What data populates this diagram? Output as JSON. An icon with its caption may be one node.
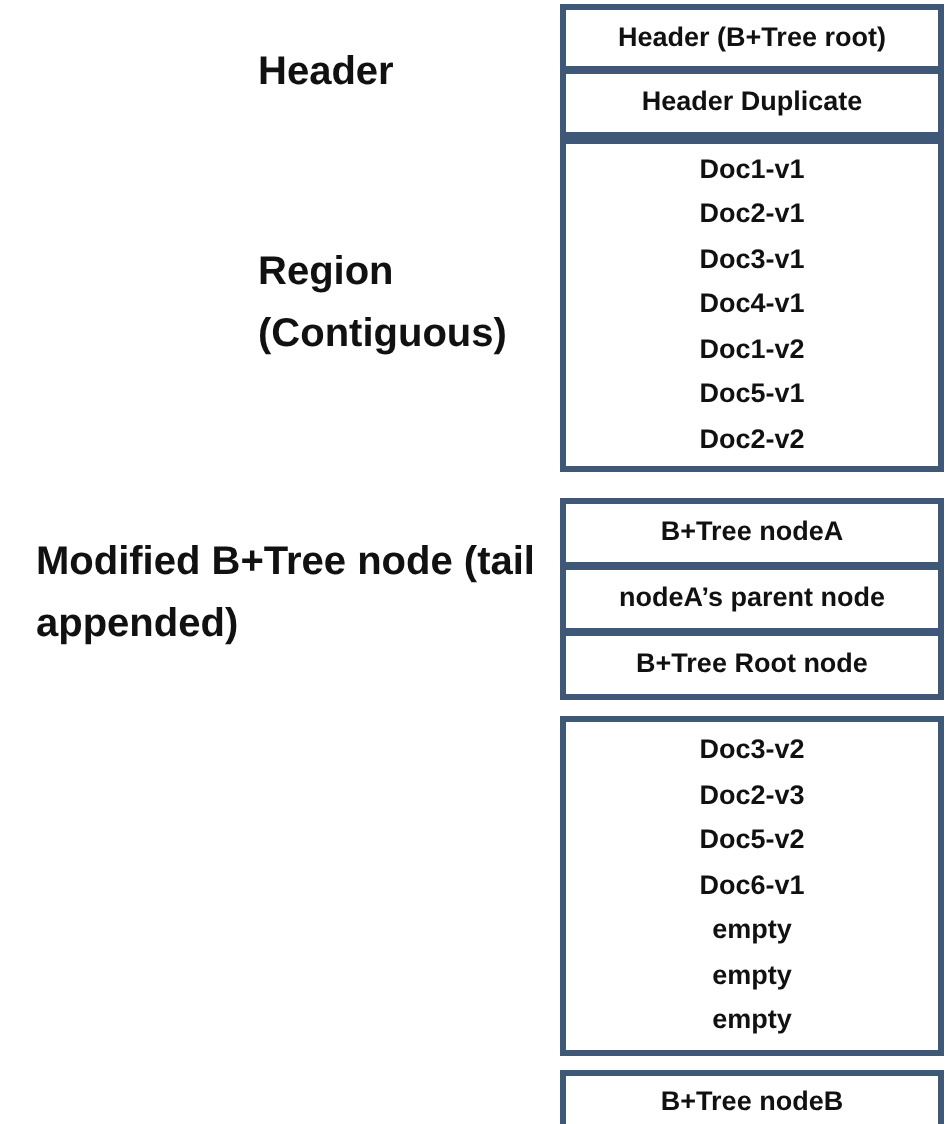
{
  "diagram": {
    "nodes": [
      {
        "text": [
          "Header (B+Tree root)"
        ]
      },
      {
        "text": [
          "Header Duplicate"
        ]
      },
      {
        "text": [
          "Doc1-v1",
          "Doc2-v1",
          "Doc3-v1",
          "Doc4-v1",
          "Doc1-v2",
          "Doc5-v1",
          "Doc2-v2"
        ]
      },
      {
        "text": [
          "B+Tree nodeA"
        ]
      },
      {
        "text": [
          "nodeA’s parent node"
        ]
      },
      {
        "text": [
          "B+Tree Root node"
        ]
      },
      {
        "text": [
          "Doc3-v2",
          "Doc2-v3",
          "Doc5-v2",
          "Doc6-v1",
          "empty",
          "empty",
          "empty"
        ]
      },
      {
        "text": [
          "B+Tree nodeB"
        ]
      }
    ],
    "labels": [
      "Header",
      "Region (Contiguous)",
      "Modified B+Tree node (tail appended)"
    ]
  }
}
